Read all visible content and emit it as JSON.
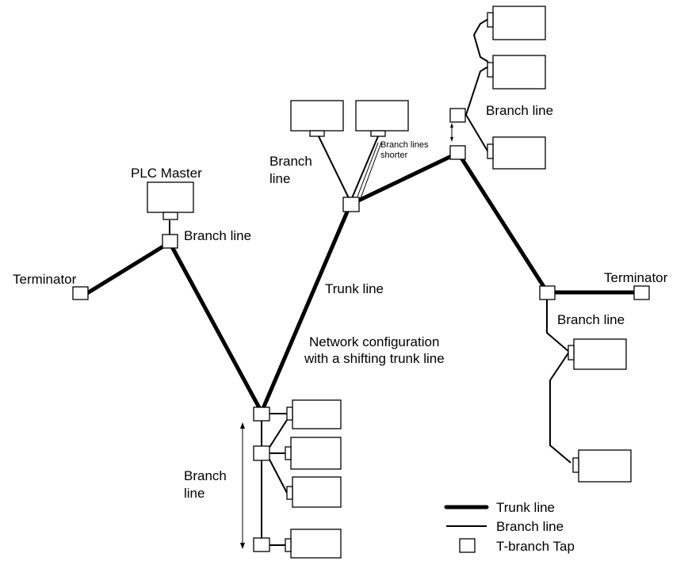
{
  "labels": {
    "plc_master": "PLC Master",
    "terminator": "Terminator",
    "branch_line": "Branch line",
    "branch": "Branch",
    "line": "line",
    "trunk_line": "Trunk line",
    "branch_lines_shorter_1": "Branch lines",
    "branch_lines_shorter_2": "shorter",
    "network_config_1": "Network configuration",
    "network_config_2": "with a shifting trunk line"
  },
  "legend": {
    "trunk": "Trunk line",
    "branch": "Branch line",
    "tap": "T-branch Tap"
  }
}
